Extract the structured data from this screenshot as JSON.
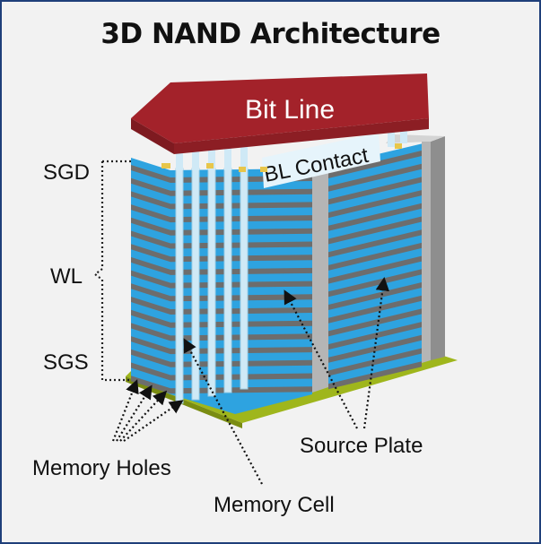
{
  "title": "3D NAND Architecture",
  "labels": {
    "bit_line": "Bit Line",
    "bl_contact": "BL Contact",
    "sgd": "SGD",
    "wl": "WL",
    "sgs": "SGS",
    "memory_holes": "Memory Holes",
    "memory_cell": "Memory Cell",
    "source_plate": "Source Plate"
  },
  "colors": {
    "bit_line": "#a3222a",
    "layer_blue": "#2ea3e0",
    "layer_gray": "#6d6d6d",
    "substrate": "#9fb61c",
    "contact": "#e8c64a",
    "plate": "#b5b5b5",
    "frame": "#1f3f7a"
  }
}
